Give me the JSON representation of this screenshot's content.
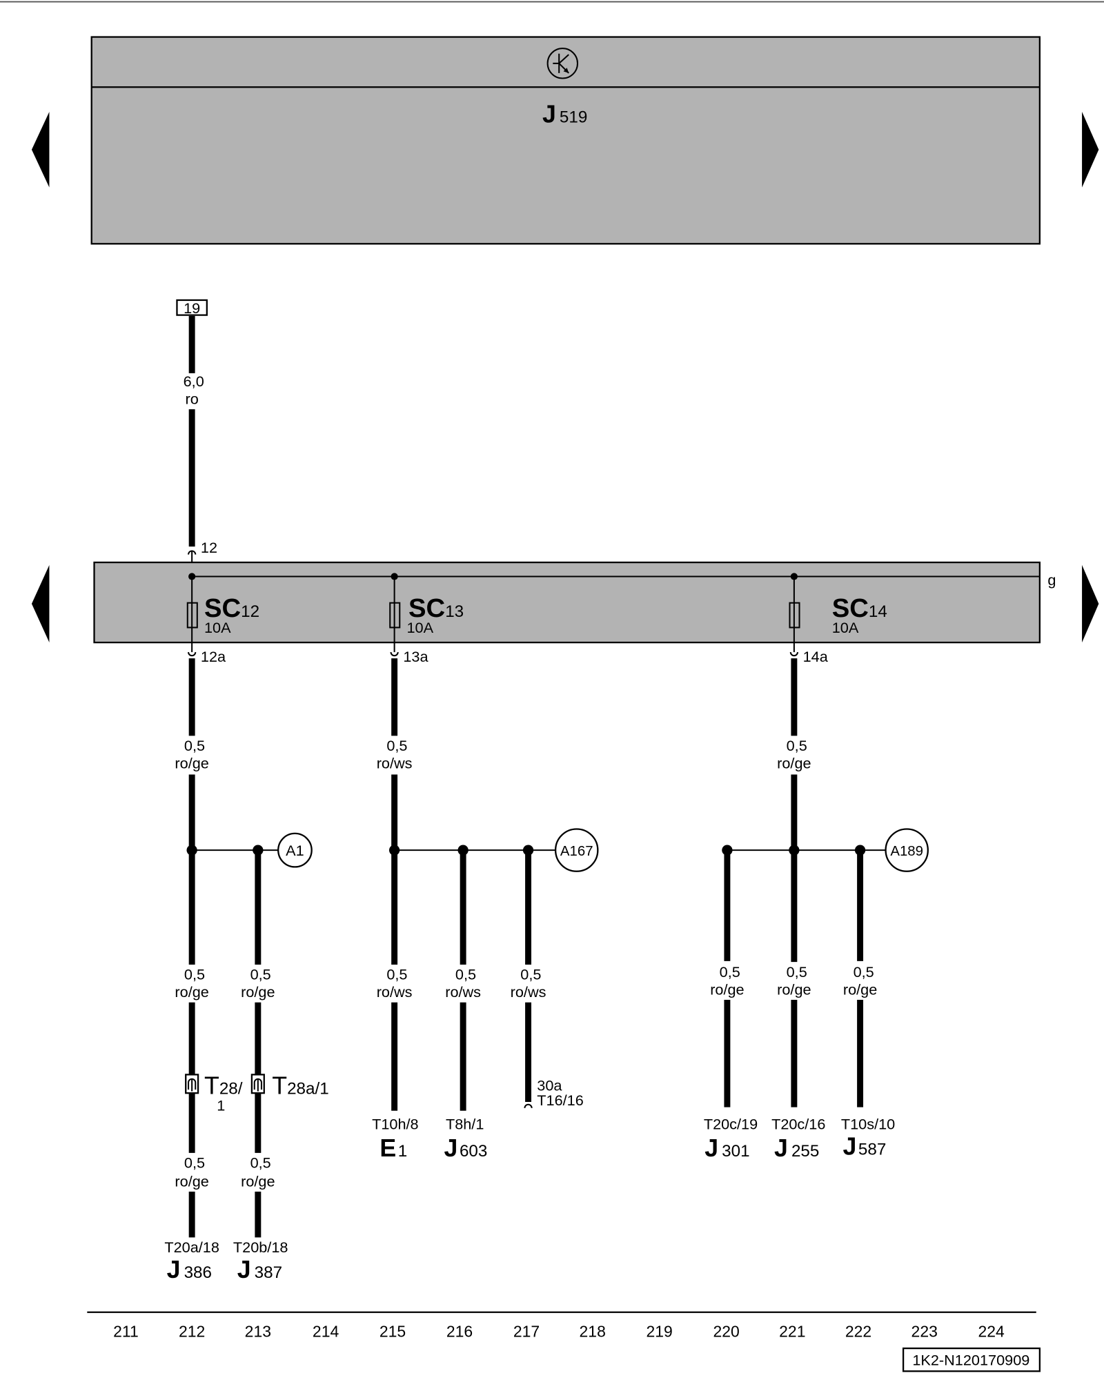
{
  "control_unit": {
    "letter": "J",
    "number": "519",
    "symbol_icon": "control-unit-symbol-icon"
  },
  "navigation": {
    "previous_icon": "arrow-left-icon",
    "next_icon": "arrow-right-icon"
  },
  "supply": {
    "terminal": "19",
    "wire_size": "6,0",
    "wire_color": "ro",
    "pin_in": "12"
  },
  "fuse_carrier": {
    "bus_label": "g",
    "fuses": [
      {
        "letters": "SC",
        "number": "12",
        "rating": "10A",
        "pin_out": "12a"
      },
      {
        "letters": "SC",
        "number": "13",
        "rating": "10A",
        "pin_out": "13a"
      },
      {
        "letters": "SC",
        "number": "14",
        "rating": "10A",
        "pin_out": "14a"
      }
    ]
  },
  "circuits": [
    {
      "trunk_wire_size": "0,5",
      "trunk_wire_color": "ro/ge",
      "junction": "A1",
      "legs": [
        {
          "wire_size": "0,5",
          "wire_color": "ro/ge",
          "connector_letter": "T",
          "connector_id": "28/",
          "connector_id_2": "1",
          "wire_size_2": "0,5",
          "wire_color_2": "ro/ge",
          "pin": "T20a/18",
          "component_letter": "J",
          "component_number": "386"
        },
        {
          "wire_size": "0,5",
          "wire_color": "ro/ge",
          "connector_letter": "T",
          "connector_id": "28a/1",
          "wire_size_2": "0,5",
          "wire_color_2": "ro/ge",
          "pin": "T20b/18",
          "component_letter": "J",
          "component_number": "387"
        }
      ]
    },
    {
      "trunk_wire_size": "0,5",
      "trunk_wire_color": "ro/ws",
      "junction": "A167",
      "legs": [
        {
          "wire_size": "0,5",
          "wire_color": "ro/ws",
          "pin": "T10h/8",
          "component_letter": "E",
          "component_number": "1"
        },
        {
          "wire_size": "0,5",
          "wire_color": "ro/ws",
          "pin": "T8h/1",
          "component_letter": "J",
          "component_number": "603"
        },
        {
          "wire_size": "0,5",
          "wire_color": "ro/ws",
          "pin_line_1": "30a",
          "pin_line_2": "T16/16"
        }
      ]
    },
    {
      "trunk_wire_size": "0,5",
      "trunk_wire_color": "ro/ge",
      "junction": "A189",
      "legs": [
        {
          "wire_size": "0,5",
          "wire_color": "ro/ge",
          "pin": "T20c/19",
          "component_letter": "J",
          "component_number": "301"
        },
        {
          "wire_size": "0,5",
          "wire_color": "ro/ge",
          "pin": "T20c/16",
          "component_letter": "J",
          "component_number": "255"
        },
        {
          "wire_size": "0,5",
          "wire_color": "ro/ge",
          "pin": "T10s/10",
          "component_letter": "J",
          "component_number": "587"
        }
      ]
    }
  ],
  "track_numbers": [
    "211",
    "212",
    "213",
    "214",
    "215",
    "216",
    "217",
    "218",
    "219",
    "220",
    "221",
    "222",
    "223",
    "224"
  ],
  "diagram_code": "1K2-N120170909",
  "colors": {
    "panel_fill": "#b3b3b3",
    "wire": "#000000",
    "background": "#ffffff"
  }
}
